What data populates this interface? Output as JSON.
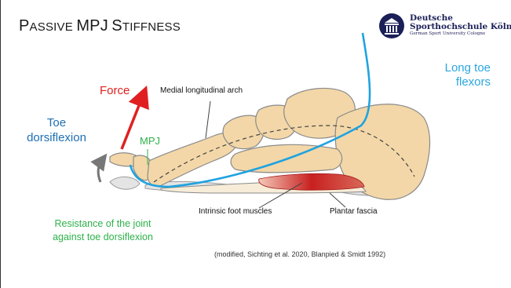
{
  "slide": {
    "title_first": "P",
    "title_rest_1": "ASSIVE ",
    "title_mpj": "MPJ",
    "title_space": " ",
    "title_s": "S",
    "title_rest_2": "TIFFNESS"
  },
  "logo": {
    "line1": "Deutsche",
    "line2": "Sporthochschule Köln",
    "line3": "German Sport University Cologne"
  },
  "labels": {
    "force": "Force",
    "medial_arch": "Medial longitudinal arch",
    "long_toe_1": "Long toe",
    "long_toe_2": "flexors",
    "toe_1": "Toe",
    "toe_2": "dorsiflexion",
    "mpj": "MPJ",
    "intrinsic": "Intrinsic foot muscles",
    "plantar": "Plantar fascia",
    "resistance_1": "Resistance of the joint",
    "resistance_2": "against toe dorsiflexion",
    "citation": "(modified, Sichting et al. 2020, Blanpied & Smidt 1992)"
  },
  "colors": {
    "force_arrow": "#e02020",
    "tendon": "#1fa3e0",
    "bone": "#f3d7a8",
    "muscle": "#c8201f",
    "green_text": "#2eb24a"
  }
}
